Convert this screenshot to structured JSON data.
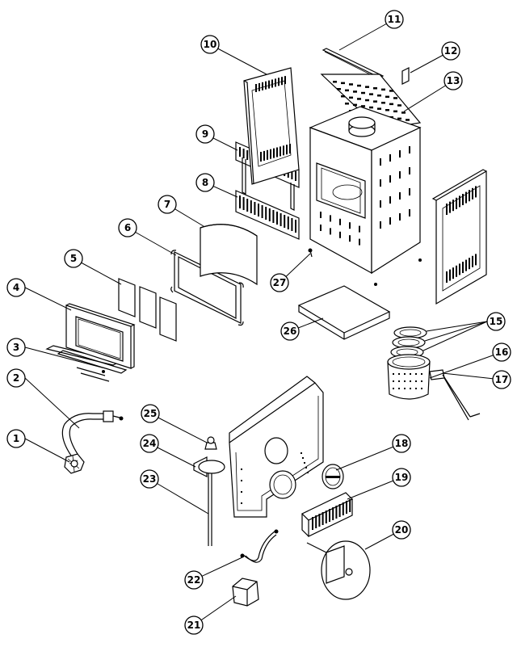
{
  "diagram": {
    "callouts": [
      {
        "id": "1",
        "label": "1"
      },
      {
        "id": "2",
        "label": "2"
      },
      {
        "id": "3",
        "label": "3"
      },
      {
        "id": "4",
        "label": "4"
      },
      {
        "id": "5",
        "label": "5"
      },
      {
        "id": "6",
        "label": "6"
      },
      {
        "id": "7",
        "label": "7"
      },
      {
        "id": "8",
        "label": "8"
      },
      {
        "id": "9",
        "label": "9"
      },
      {
        "id": "10",
        "label": "10"
      },
      {
        "id": "11",
        "label": "11"
      },
      {
        "id": "12",
        "label": "12"
      },
      {
        "id": "13",
        "label": "13"
      },
      {
        "id": "15",
        "label": "15"
      },
      {
        "id": "16",
        "label": "16"
      },
      {
        "id": "17",
        "label": "17"
      },
      {
        "id": "18",
        "label": "18"
      },
      {
        "id": "19",
        "label": "19"
      },
      {
        "id": "20",
        "label": "20"
      },
      {
        "id": "21",
        "label": "21"
      },
      {
        "id": "22",
        "label": "22"
      },
      {
        "id": "23",
        "label": "23"
      },
      {
        "id": "24",
        "label": "24"
      },
      {
        "id": "25",
        "label": "25"
      },
      {
        "id": "26",
        "label": "26"
      },
      {
        "id": "27",
        "label": "27"
      }
    ]
  }
}
